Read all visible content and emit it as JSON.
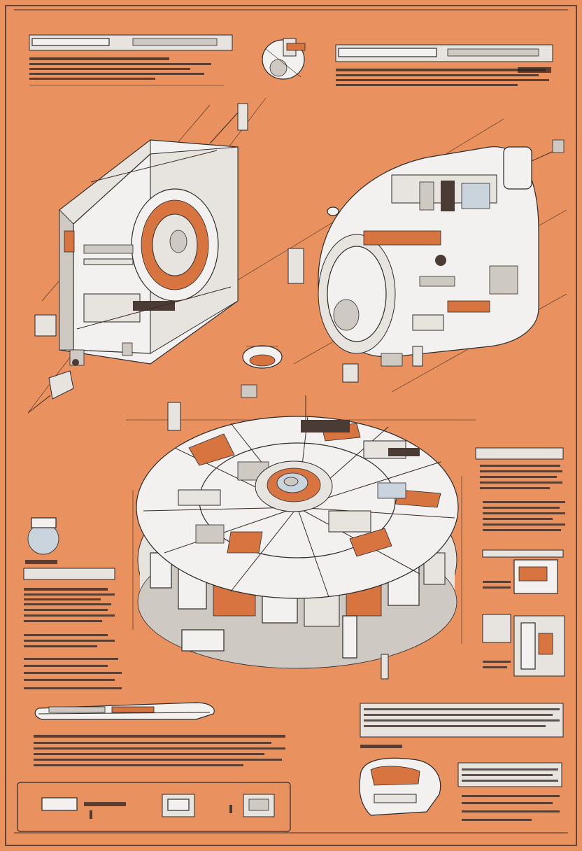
{
  "colors": {
    "background": "#e9915f",
    "ink": "#2d231e",
    "panel": "#f3f1ef",
    "accent": "#d8743f"
  },
  "figures": [
    {
      "name": "isometric-module-left"
    },
    {
      "name": "capsule-module-right"
    },
    {
      "name": "circular-station-center"
    },
    {
      "name": "elongated-craft-bottom"
    },
    {
      "name": "helmet-detail-bottom-right"
    }
  ]
}
